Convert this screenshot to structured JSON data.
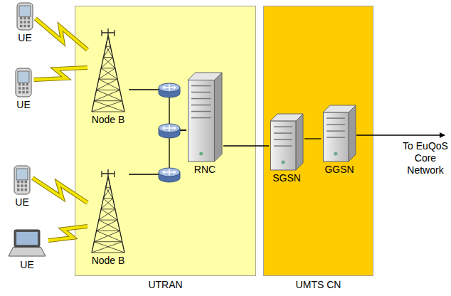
{
  "diagram": {
    "nodes": [
      {
        "text": [
          "UTRAN"
        ]
      },
      {
        "text": [
          "UE"
        ]
      },
      {
        "text": [
          "UE"
        ]
      },
      {
        "text": [
          "Node B"
        ],
        "in": 0
      },
      {
        "text": [
          "UE"
        ]
      },
      {
        "text": [
          "UE"
        ]
      },
      {
        "text": [
          "Node B"
        ],
        "in": 0
      },
      {
        "text": [
          "RNC"
        ],
        "in": 0
      },
      {
        "text": [
          "UMTS CN"
        ]
      },
      {
        "text": [
          "SGSN"
        ],
        "in": 8
      },
      {
        "text": [
          "GGSN"
        ],
        "in": 8
      }
    ],
    "edges": [
      {
        "from": 1,
        "to": 3,
        "arrow": "none"
      },
      {
        "from": 2,
        "to": 3,
        "arrow": "none"
      },
      {
        "from": 4,
        "to": 6,
        "arrow": "none"
      },
      {
        "from": 5,
        "to": 6,
        "arrow": "none"
      },
      {
        "from": 3,
        "to": 7,
        "arrow": "none"
      },
      {
        "from": 6,
        "to": 7,
        "arrow": "none"
      },
      {
        "from": 7,
        "to": 9,
        "arrow": "none"
      },
      {
        "from": 9,
        "to": 10,
        "arrow": "none"
      }
    ],
    "labels": [
      "To EuQoS Core Network"
    ]
  }
}
